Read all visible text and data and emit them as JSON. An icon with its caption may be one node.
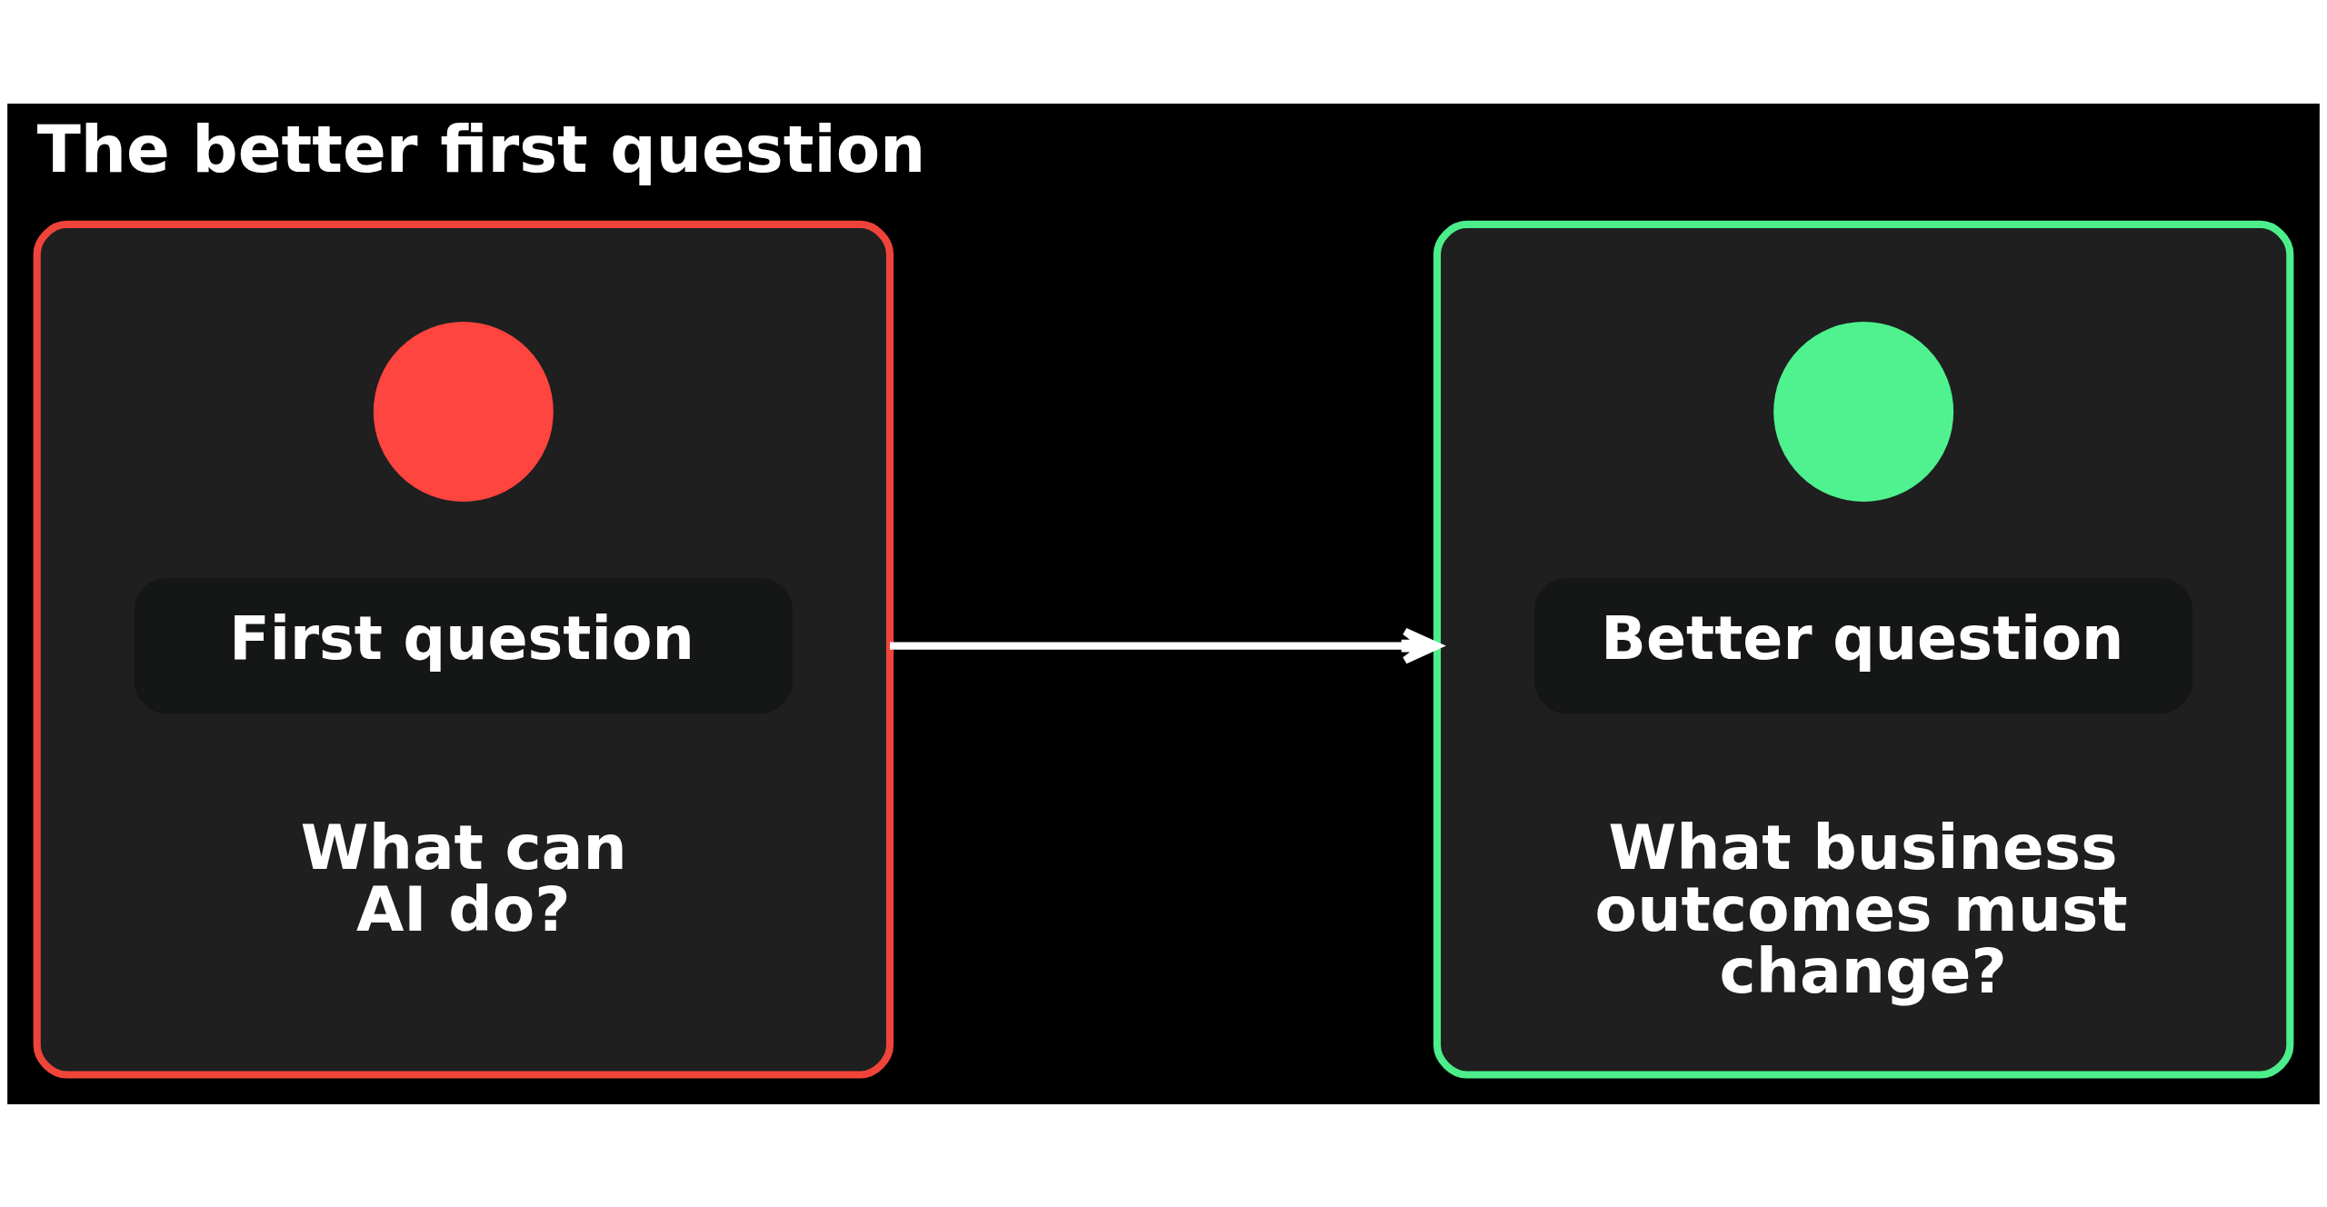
{
  "diagram": {
    "title": "The better first question",
    "nodes": [
      {
        "text": [
          "What can AI do?"
        ]
      },
      {
        "text": [],
        "shape": "circle",
        "in": 0
      },
      {
        "text": [
          "First question"
        ],
        "in": 0
      },
      {
        "text": [
          "What business outcomes must change?"
        ]
      },
      {
        "text": [],
        "shape": "circle",
        "in": 3
      },
      {
        "text": [
          "Better question"
        ],
        "in": 3
      }
    ],
    "edges": [
      {
        "from": 0,
        "to": 3,
        "arrow": "to"
      }
    ]
  }
}
